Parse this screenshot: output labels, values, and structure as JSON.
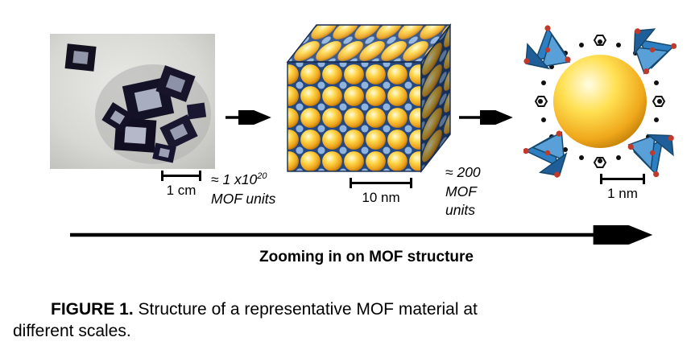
{
  "figure": {
    "micrograph": {
      "scale_bar_label": "1 cm"
    },
    "annotation_left": {
      "prefix": "≈ 1 x10",
      "exponent": "20",
      "line2": "MOF units"
    },
    "lattice": {
      "scale_bar_label": "10 nm"
    },
    "annotation_middle": {
      "line1": "≈ 200",
      "line2": "MOF",
      "line3": "units"
    },
    "molecule": {
      "scale_bar_label": "1 nm"
    },
    "zoom_axis_label": "Zooming in on MOF structure",
    "caption": {
      "label": "FIGURE 1.",
      "text": "Structure of a representative MOF material at different scales."
    }
  },
  "colors": {
    "gold": "#f2b31e",
    "framework_blue": "#2e6db4",
    "crystal_dark": "#14122a",
    "arrow_black": "#000000",
    "background": "#ffffff"
  }
}
